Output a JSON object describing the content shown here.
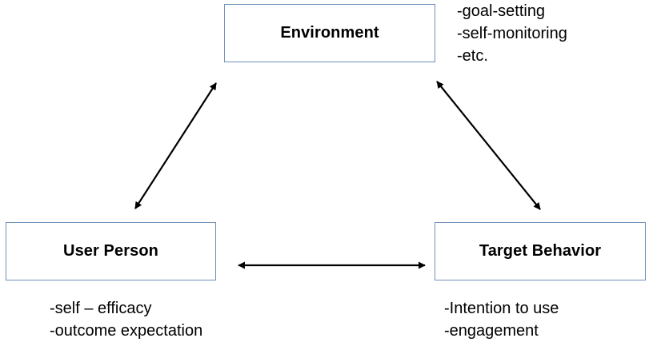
{
  "nodes": {
    "environment": {
      "label": "Environment"
    },
    "user_person": {
      "label": "User Person"
    },
    "target_behavior": {
      "label": "Target Behavior"
    }
  },
  "notes": {
    "environment": [
      "-goal-setting",
      "-self-monitoring",
      "-etc."
    ],
    "user_person": [
      "-self – efficacy",
      "-outcome expectation"
    ],
    "target_behavior": [
      "-Intention to use",
      "-engagement"
    ]
  },
  "edges": [
    {
      "from": "user_person",
      "to": "environment",
      "direction": "both"
    },
    {
      "from": "environment",
      "to": "target_behavior",
      "direction": "both"
    },
    {
      "from": "user_person",
      "to": "target_behavior",
      "direction": "both"
    }
  ],
  "colors": {
    "box_border": "#6f8fb8",
    "arrow": "#000000",
    "text": "#000000"
  }
}
